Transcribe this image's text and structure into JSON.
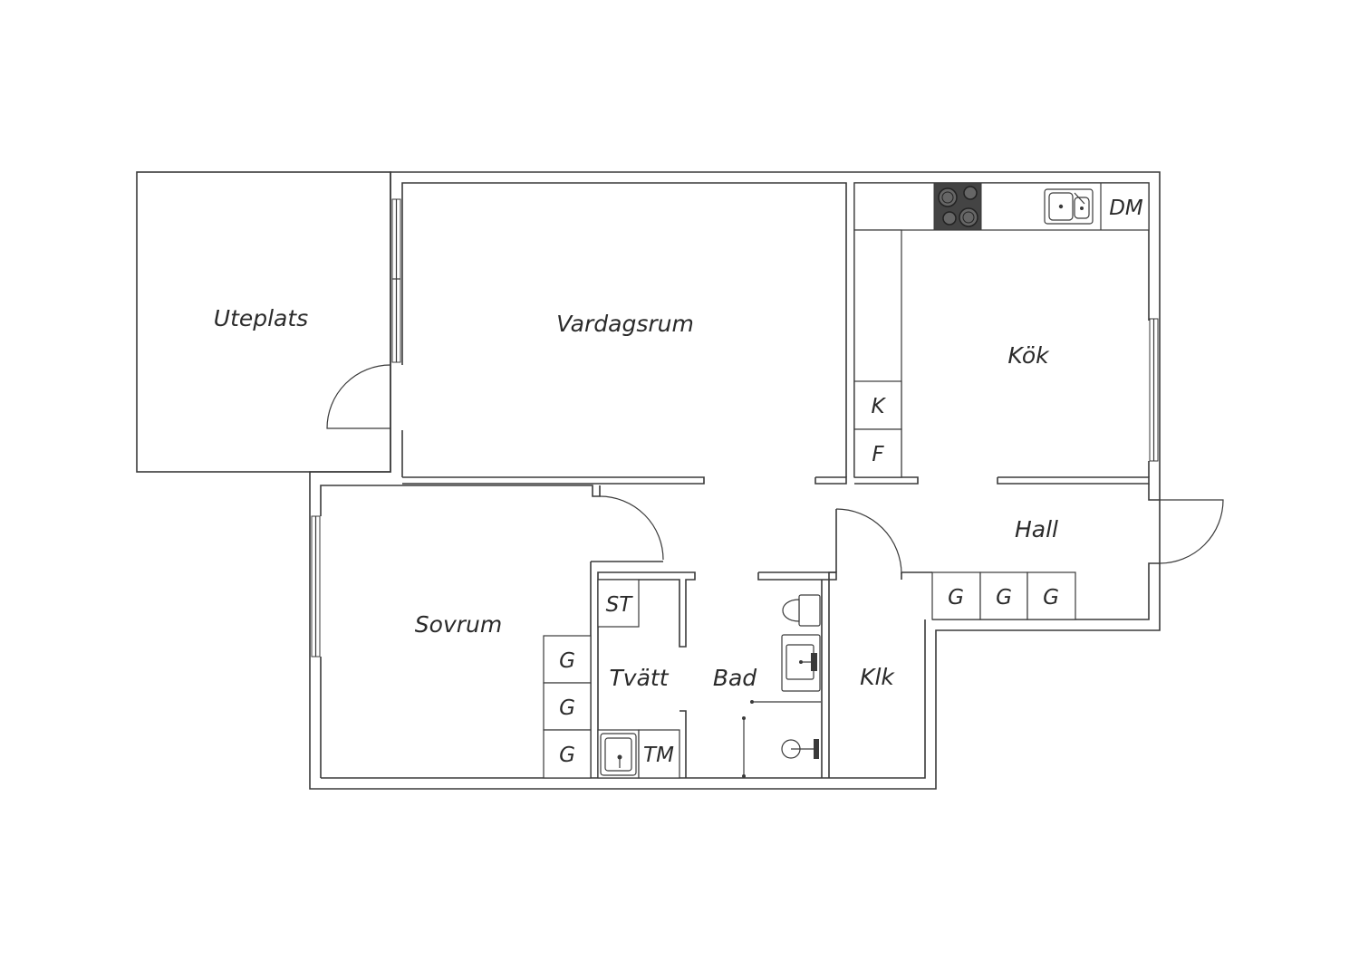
{
  "rooms": {
    "uteplats": "Uteplats",
    "vardagsrum": "Vardagsrum",
    "kok": "Kök",
    "hall": "Hall",
    "sovrum": "Sovrum",
    "tvatt": "Tvätt",
    "bad": "Bad",
    "klk": "Klk"
  },
  "fixtures": {
    "dishwasher": "DM",
    "fridge": "K",
    "freezer": "F",
    "dryer": "ST",
    "washer": "TM",
    "wardrobe": "G"
  },
  "colors": {
    "line": "#3a3a3a",
    "stove": "#444444",
    "background": "#ffffff"
  }
}
